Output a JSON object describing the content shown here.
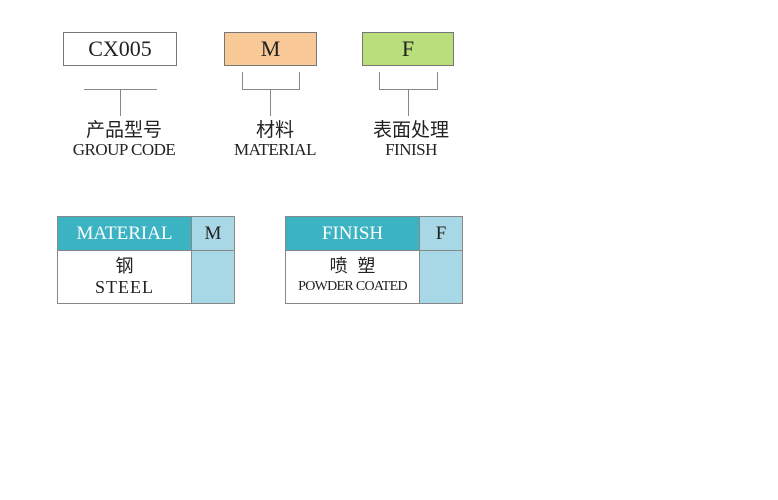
{
  "code_boxes": [
    {
      "value": "CX005",
      "color": "#ffffff",
      "label_cn": "产品型号",
      "label_en": "GROUP CODE"
    },
    {
      "value": "M",
      "color": "#f8c896",
      "label_cn": "材料",
      "label_en": "MATERIAL"
    },
    {
      "value": "F",
      "color": "#b9df7d",
      "label_cn": "表面处理",
      "label_en": "FINISH"
    }
  ],
  "tables": [
    {
      "header": "MATERIAL",
      "code": "M",
      "row_cn": "钢",
      "row_en": "STEEL"
    },
    {
      "header": "FINISH",
      "code": "F",
      "row_cn": "喷 塑",
      "row_en": "POWDER COATED"
    }
  ],
  "colors": {
    "header": "#3bb3c3",
    "code_cell": "#a8d8e6"
  }
}
